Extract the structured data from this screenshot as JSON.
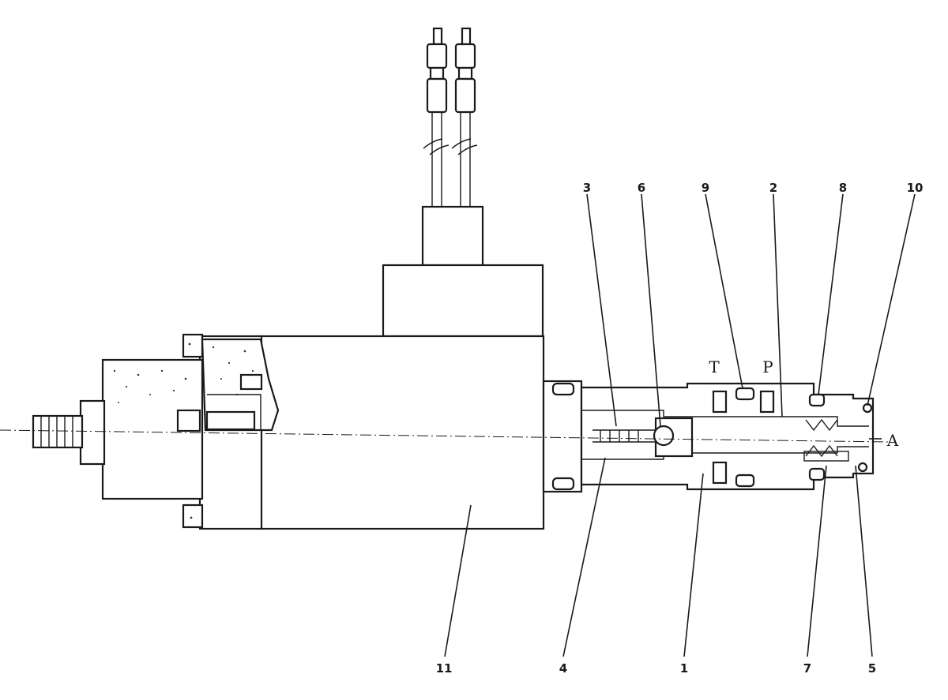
{
  "diagram": {
    "part_labels": [
      "3",
      "6",
      "9",
      "2",
      "8",
      "10",
      "11",
      "4",
      "1",
      "7",
      "5"
    ],
    "port_labels": [
      "T",
      "P",
      "A"
    ]
  }
}
